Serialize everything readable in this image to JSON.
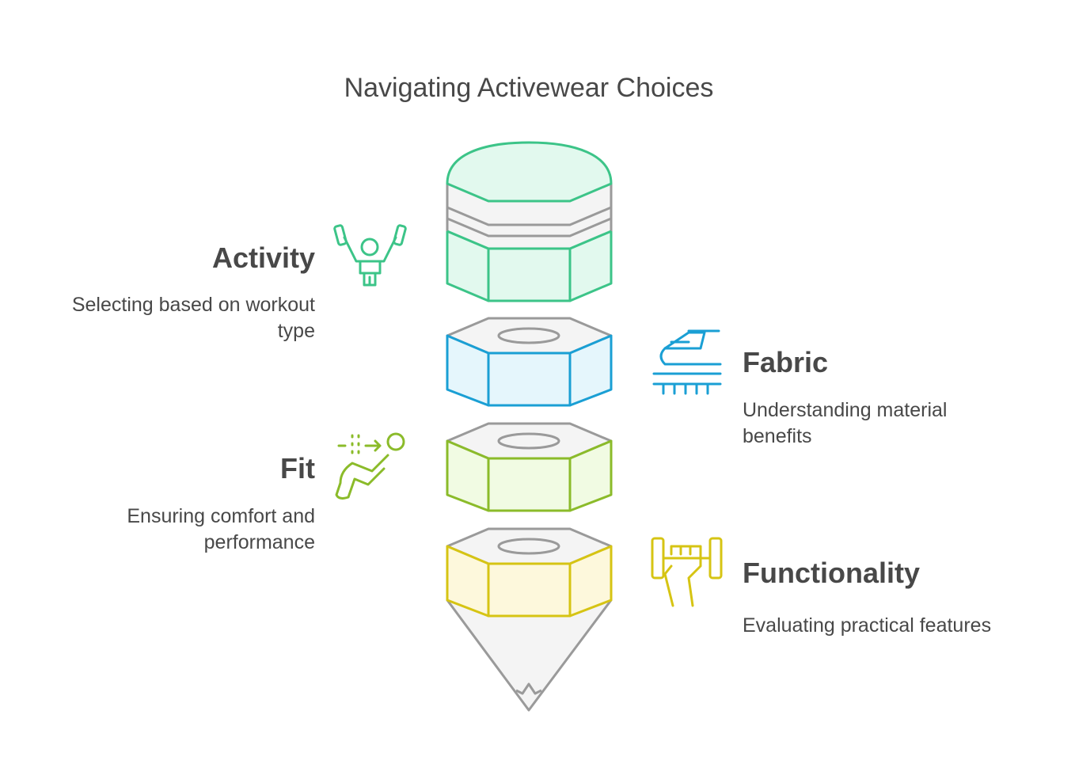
{
  "title": "Navigating Activewear Choices",
  "colors": {
    "activity": "#3cc488",
    "fabric": "#1a9fd4",
    "fit": "#8bbb2a",
    "functionality": "#d6c413",
    "neutral": "#9a9a9a"
  },
  "items": [
    {
      "heading": "Activity",
      "description": "Selecting based on workout type",
      "icon": "athlete-icon"
    },
    {
      "heading": "Fabric",
      "description": "Understanding material benefits",
      "icon": "fabric-machine-icon"
    },
    {
      "heading": "Fit",
      "description": "Ensuring comfort and performance",
      "icon": "stretching-icon"
    },
    {
      "heading": "Functionality",
      "description": "Evaluating practical features",
      "icon": "dumbbell-hand-icon"
    }
  ]
}
